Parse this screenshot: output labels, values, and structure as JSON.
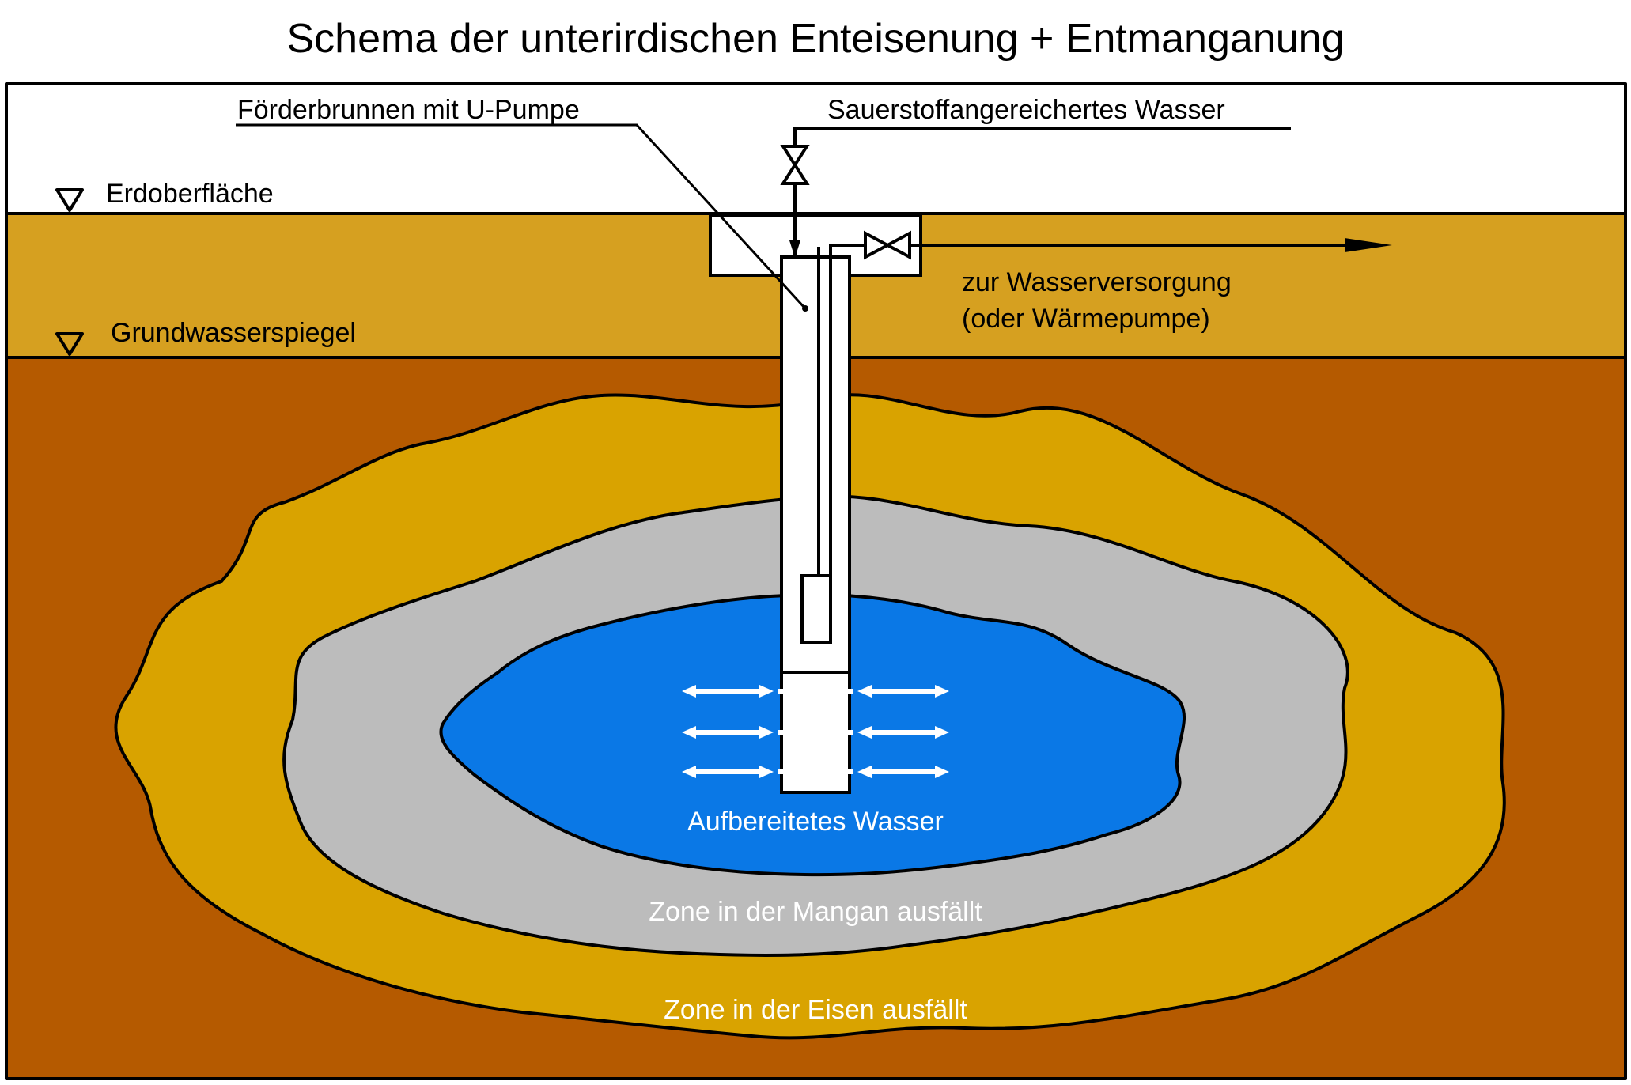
{
  "title": "Schema der unterirdischen Enteisenung + Entmanganung",
  "labels": {
    "well": "Förderbrunnen mit U-Pumpe",
    "oxygen_water": "Sauerstoffangereichertes Wasser",
    "ground_surface": "Erdoberfläche",
    "groundwater_level": "Grundwasserspiegel",
    "supply_line1": "zur Wasserversorgung",
    "supply_line2": "(oder Wärmepumpe)",
    "treated_water": "Aufbereitetes Wasser",
    "manganese_zone": "Zone in der Mangan ausfällt",
    "iron_zone": "Zone in der Eisen ausfällt"
  },
  "colors": {
    "sky": "#ffffff",
    "topsoil": "#d6a020",
    "deep_soil": "#b55a00",
    "iron_zone": "#d9a300",
    "manganese_zone": "#bcbcbc",
    "treated_water": "#0a78e6",
    "outline": "#000000",
    "white_text": "#ffffff"
  }
}
